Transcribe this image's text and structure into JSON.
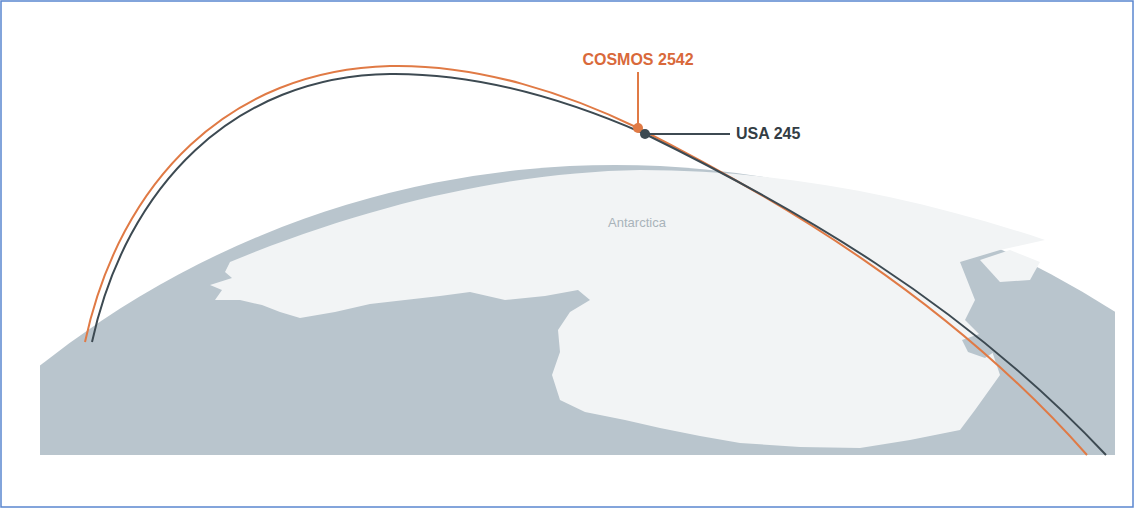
{
  "diagram": {
    "labels": [
      "COSMOS 2542",
      "USA 245",
      "Antarctica"
    ]
  }
}
